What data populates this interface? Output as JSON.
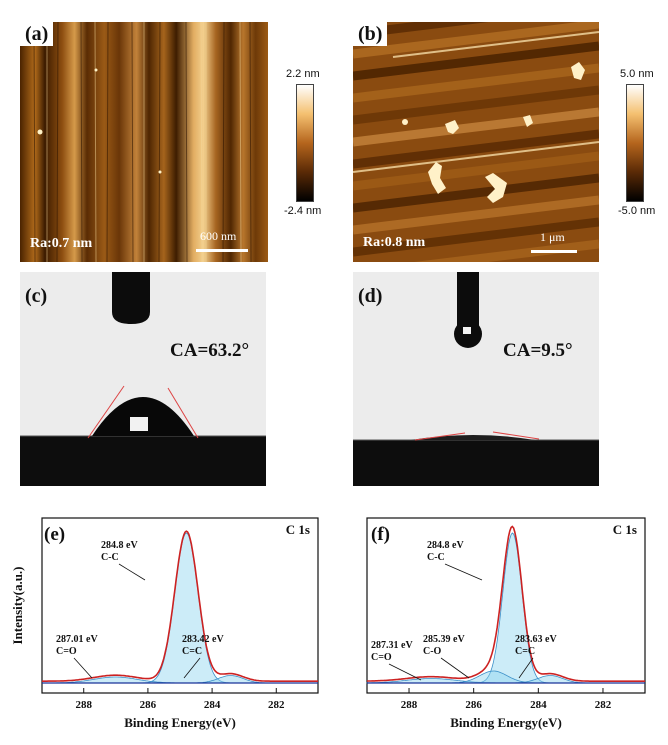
{
  "panels": {
    "a": {
      "label": "(a)",
      "roughness": "Ra:0.7 nm",
      "scale": "600 nm",
      "colorbar": {
        "max": "2.2 nm",
        "min": "-2.4 nm"
      }
    },
    "b": {
      "label": "(b)",
      "roughness": "Ra:0.8 nm",
      "scale": "1 μm",
      "colorbar": {
        "max": "5.0 nm",
        "min": "-5.0 nm"
      }
    },
    "c": {
      "label": "(c)",
      "contact_angle": "CA=63.2°"
    },
    "d": {
      "label": "(d)",
      "contact_angle": "CA=9.5°"
    }
  },
  "colors": {
    "afm_dark": "#3a1a00",
    "afm_mid": "#9b5a12",
    "afm_light": "#f0c878",
    "envelope": "#cc2222",
    "peak_fill": "#8fd4ef",
    "baseline": "#1a3399"
  },
  "chart_data": [
    {
      "type": "area",
      "panel": "(e)",
      "title": "C 1s",
      "xlabel": "Binding Energy(eV)",
      "ylabel": "Intensity(a.u.)",
      "x_reversed": true,
      "xlim": [
        289.3,
        280.7
      ],
      "xticks": [
        288,
        286,
        284,
        282
      ],
      "peaks": [
        {
          "center": 284.8,
          "fwhm": 0.85,
          "height": 1.0,
          "energy": "284.8 eV",
          "bond": "C-C"
        },
        {
          "center": 287.01,
          "fwhm": 1.6,
          "height": 0.04,
          "energy": "287.01 eV",
          "bond": "C=O"
        },
        {
          "center": 283.42,
          "fwhm": 0.9,
          "height": 0.05,
          "energy": "283.42 eV",
          "bond": "C=C"
        }
      ]
    },
    {
      "type": "area",
      "panel": "(f)",
      "title": "C 1s",
      "xlabel": "Binding Energy(eV)",
      "ylabel": "",
      "x_reversed": true,
      "xlim": [
        289.3,
        280.7
      ],
      "xticks": [
        288,
        286,
        284,
        282
      ],
      "peaks": [
        {
          "center": 284.8,
          "fwhm": 0.7,
          "height": 1.0,
          "energy": "284.8 eV",
          "bond": "C-C"
        },
        {
          "center": 287.31,
          "fwhm": 1.8,
          "height": 0.03,
          "energy": "287.31 eV",
          "bond": "C=O"
        },
        {
          "center": 285.39,
          "fwhm": 1.0,
          "height": 0.08,
          "energy": "285.39 eV",
          "bond": "C-O"
        },
        {
          "center": 283.63,
          "fwhm": 0.9,
          "height": 0.05,
          "energy": "283.63 eV",
          "bond": "C=C"
        }
      ]
    }
  ]
}
